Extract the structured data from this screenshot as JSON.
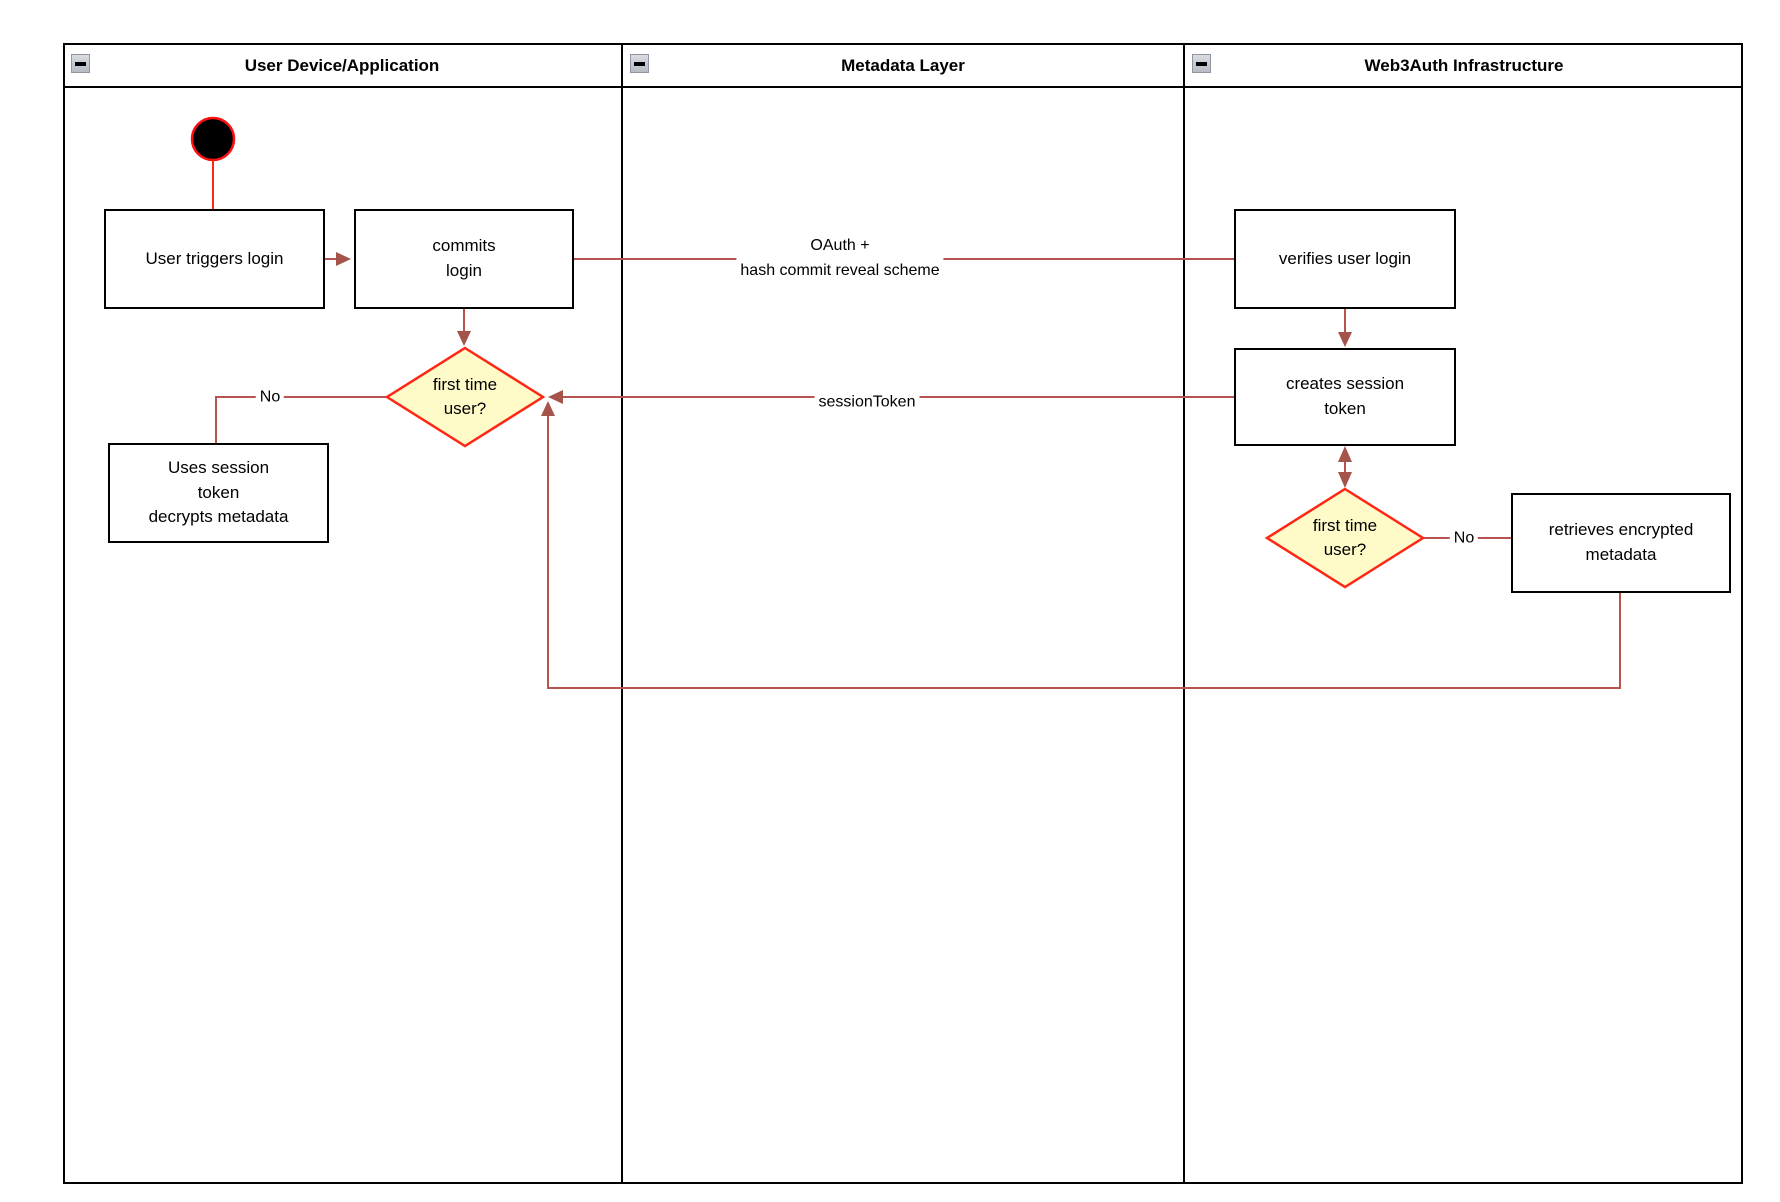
{
  "diagram": {
    "type": "uml-activity-swimlane",
    "lanes": [
      {
        "title": "User Device/Application",
        "collapse_icon": "minus-square"
      },
      {
        "title": "Metadata Layer",
        "collapse_icon": "minus-square"
      },
      {
        "title": "Web3Auth Infrastructure",
        "collapse_icon": "minus-square"
      }
    ],
    "nodes": {
      "start": {
        "type": "initial-state"
      },
      "user_triggers_login": {
        "label": "User triggers login"
      },
      "commits_login": {
        "label": "commits\nlogin"
      },
      "verifies_user_login": {
        "label": "verifies user login"
      },
      "creates_session_token": {
        "label": "creates session\ntoken"
      },
      "first_time_user_device": {
        "label": "first time\nuser?"
      },
      "uses_session_token": {
        "label": "Uses session\ntoken\ndecrypts metadata"
      },
      "first_time_user_infra": {
        "label": "first time\nuser?"
      },
      "retrieves_encrypted_metadata": {
        "label": "retrieves encrypted\nmetadata"
      }
    },
    "edge_labels": {
      "oauth": "OAuth +\nhash commit reveal scheme",
      "session_token": "sessionToken",
      "no_device": "No",
      "no_infra": "No"
    },
    "colors": {
      "edge": "#B85450",
      "arrowhead": "#A4544A",
      "decision_fill": "#FFFBC9",
      "decision_stroke": "#FF2613",
      "start_fill": "#000000",
      "start_stroke": "#FF0000",
      "node_border": "#000000",
      "lane_border": "#000000"
    }
  }
}
